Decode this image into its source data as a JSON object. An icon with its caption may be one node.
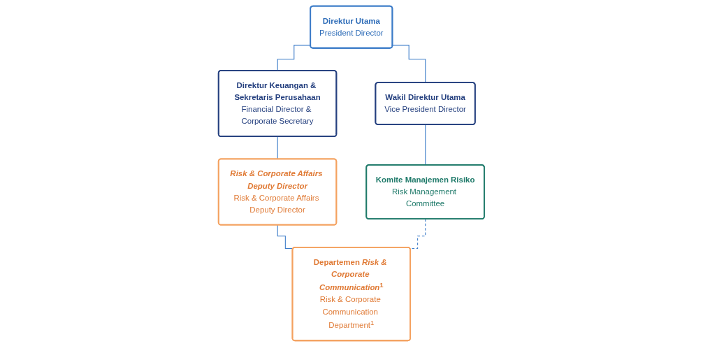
{
  "diagram": {
    "nodes": [
      {
        "text": [
          "Direktur Utama",
          "President Director"
        ]
      },
      {
        "text": [
          "Wakil Direktur Utama",
          "Vice President Director"
        ]
      },
      {
        "text": [
          "Direktur Keuangan & Sekretaris Perusahaan",
          "Financial Director & Corporate Secretary"
        ]
      },
      {
        "text": [
          "Komite Manajemen Risiko",
          "Risk Management Committee"
        ]
      },
      {
        "text": [
          "Risk & Corporate Affairs Deputy Director",
          "Risk & Corporate Affairs Deputy Director"
        ]
      },
      {
        "text": [
          "Departemen *Risk & Corporate Communication*$^{1}$",
          "Risk & Corporate Communication Department$^{1}$"
        ]
      }
    ],
    "edges": [
      {
        "from": 0,
        "to": 1,
        "arrow": "none"
      },
      {
        "from": 0,
        "to": 2,
        "arrow": "none"
      },
      {
        "from": 1,
        "to": 3,
        "arrow": "none"
      },
      {
        "from": 2,
        "to": 4,
        "arrow": "none"
      },
      {
        "from": 4,
        "to": 5,
        "arrow": "none"
      },
      {
        "from": 3,
        "to": 5,
        "arrow": "none",
        "style": "dashed"
      }
    ]
  }
}
